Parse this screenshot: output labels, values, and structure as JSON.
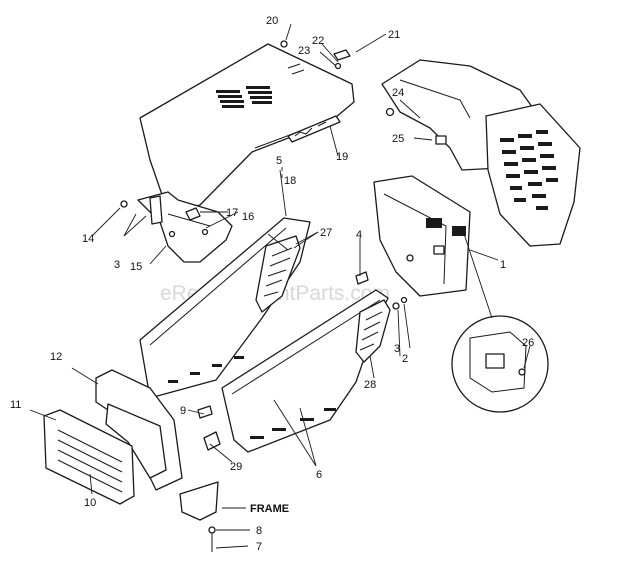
{
  "watermark": "eReplacementParts.com",
  "frame_label": "FRAME",
  "callouts": {
    "c1": "1",
    "c2": "2",
    "c3a": "3",
    "c3b": "3",
    "c4": "4",
    "c5": "5",
    "c6": "6",
    "c7": "7",
    "c8": "8",
    "c9": "9",
    "c10": "10",
    "c11": "11",
    "c12": "12",
    "c14": "14",
    "c15": "15",
    "c16": "16",
    "c17": "17",
    "c18": "18",
    "c19": "19",
    "c20": "20",
    "c21": "21",
    "c22": "22",
    "c23": "23",
    "c24": "24",
    "c25": "25",
    "c26": "26",
    "c27": "27",
    "c28": "28",
    "c29": "29"
  }
}
